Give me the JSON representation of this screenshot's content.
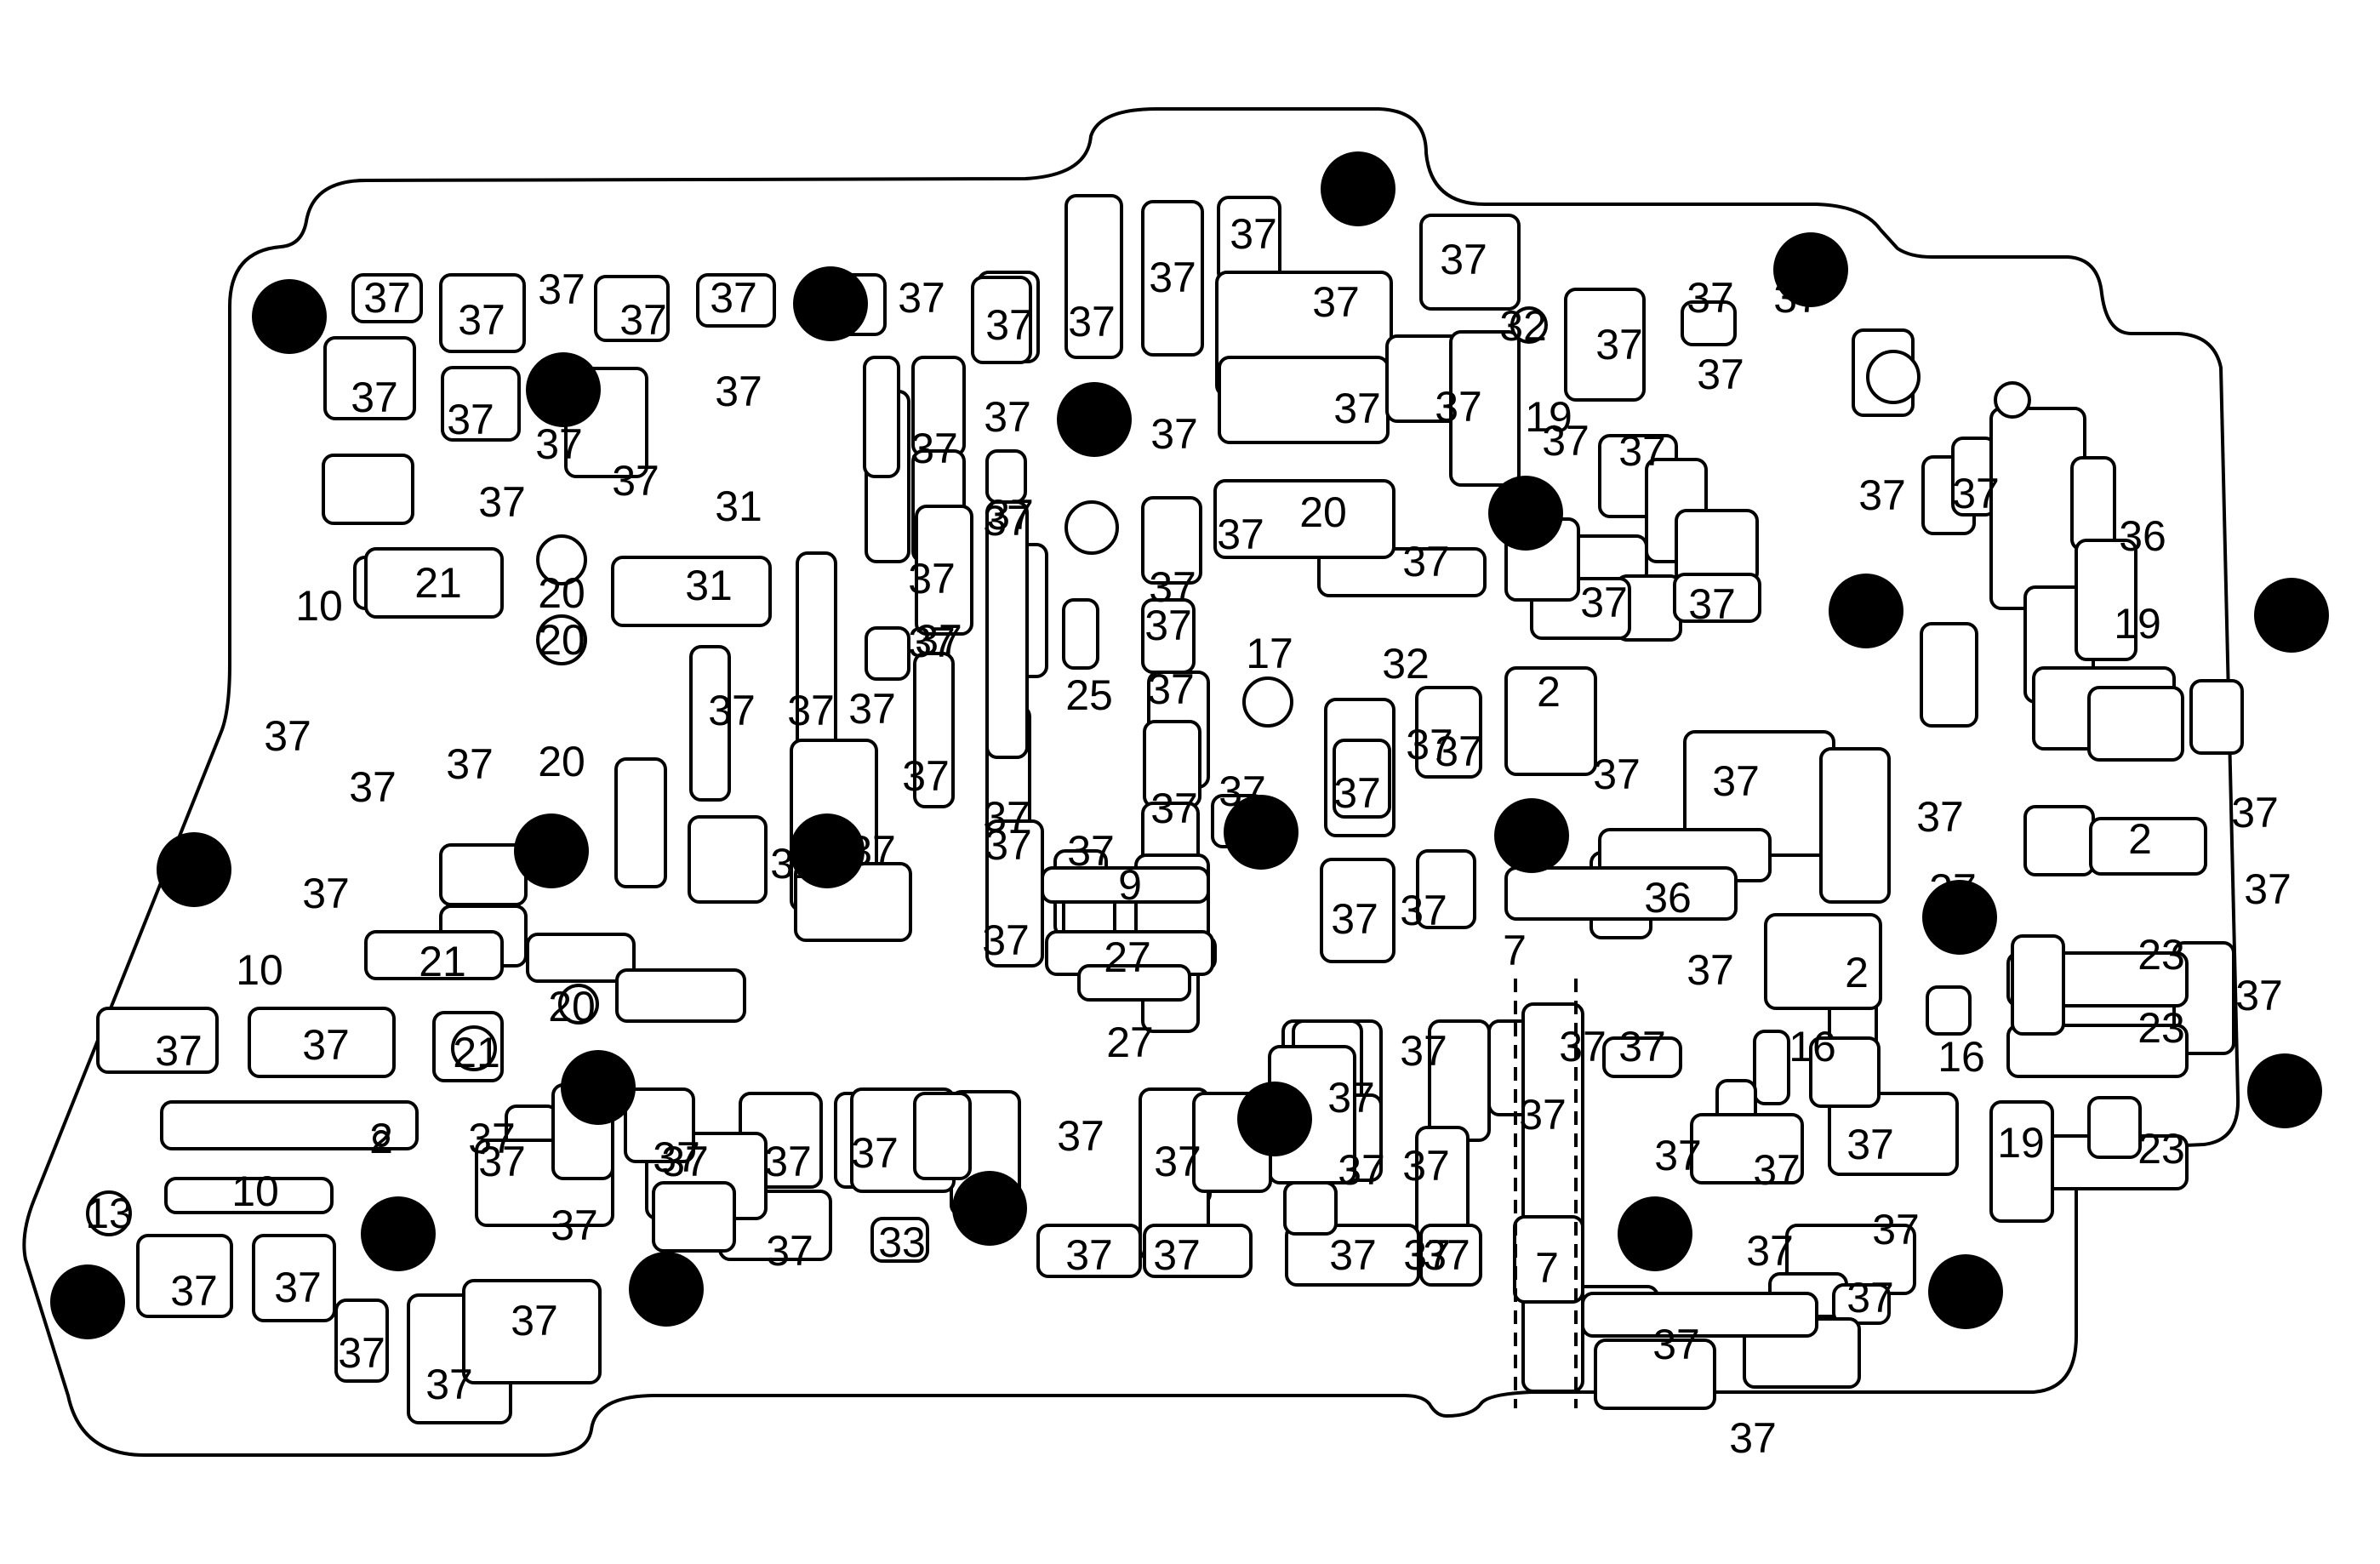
{
  "colors": {
    "ink": "#000000",
    "paper": "#ffffff"
  },
  "passage_labels": [
    "37",
    "37",
    "37",
    "37",
    "37",
    "37",
    "37",
    "37",
    "37",
    "37",
    "37",
    "37",
    "37",
    "37",
    "37",
    "37",
    "37",
    "37",
    "37",
    "37",
    "37",
    "37",
    "37",
    "37",
    "37",
    "37",
    "37",
    "37",
    "37",
    "37",
    "37",
    "37",
    "37",
    "37",
    "37",
    "37",
    "37",
    "37",
    "37",
    "37",
    "37",
    "37",
    "37",
    "37",
    "37",
    "37",
    "37",
    "37",
    "37",
    "37",
    "37",
    "37",
    "37",
    "37",
    "37",
    "37",
    "37",
    "37",
    "37",
    "37",
    "37",
    "37",
    "37",
    "37",
    "37",
    "37",
    "37",
    "37",
    "37",
    "37",
    "37",
    "37",
    "37",
    "37",
    "37",
    "37",
    "37",
    "37",
    "37",
    "37",
    "37",
    "37",
    "37",
    "37",
    "37",
    "37",
    "37",
    "37",
    "37",
    "37",
    "37",
    "37",
    "37",
    "37",
    "37",
    "37",
    "37",
    "37",
    "37",
    "37",
    "37",
    "37",
    "37",
    "37",
    "37",
    "37",
    "37",
    "37",
    "10",
    "10",
    "10",
    "21",
    "21",
    "21",
    "20",
    "20",
    "20",
    "20",
    "20",
    "31",
    "31",
    "31",
    "25",
    "17",
    "32",
    "32",
    "2",
    "2",
    "2",
    "2",
    "9",
    "27",
    "27",
    "7",
    "7",
    "36",
    "36",
    "16",
    "16",
    "19",
    "19",
    "19",
    "23",
    "23",
    "23",
    "13",
    "33"
  ]
}
